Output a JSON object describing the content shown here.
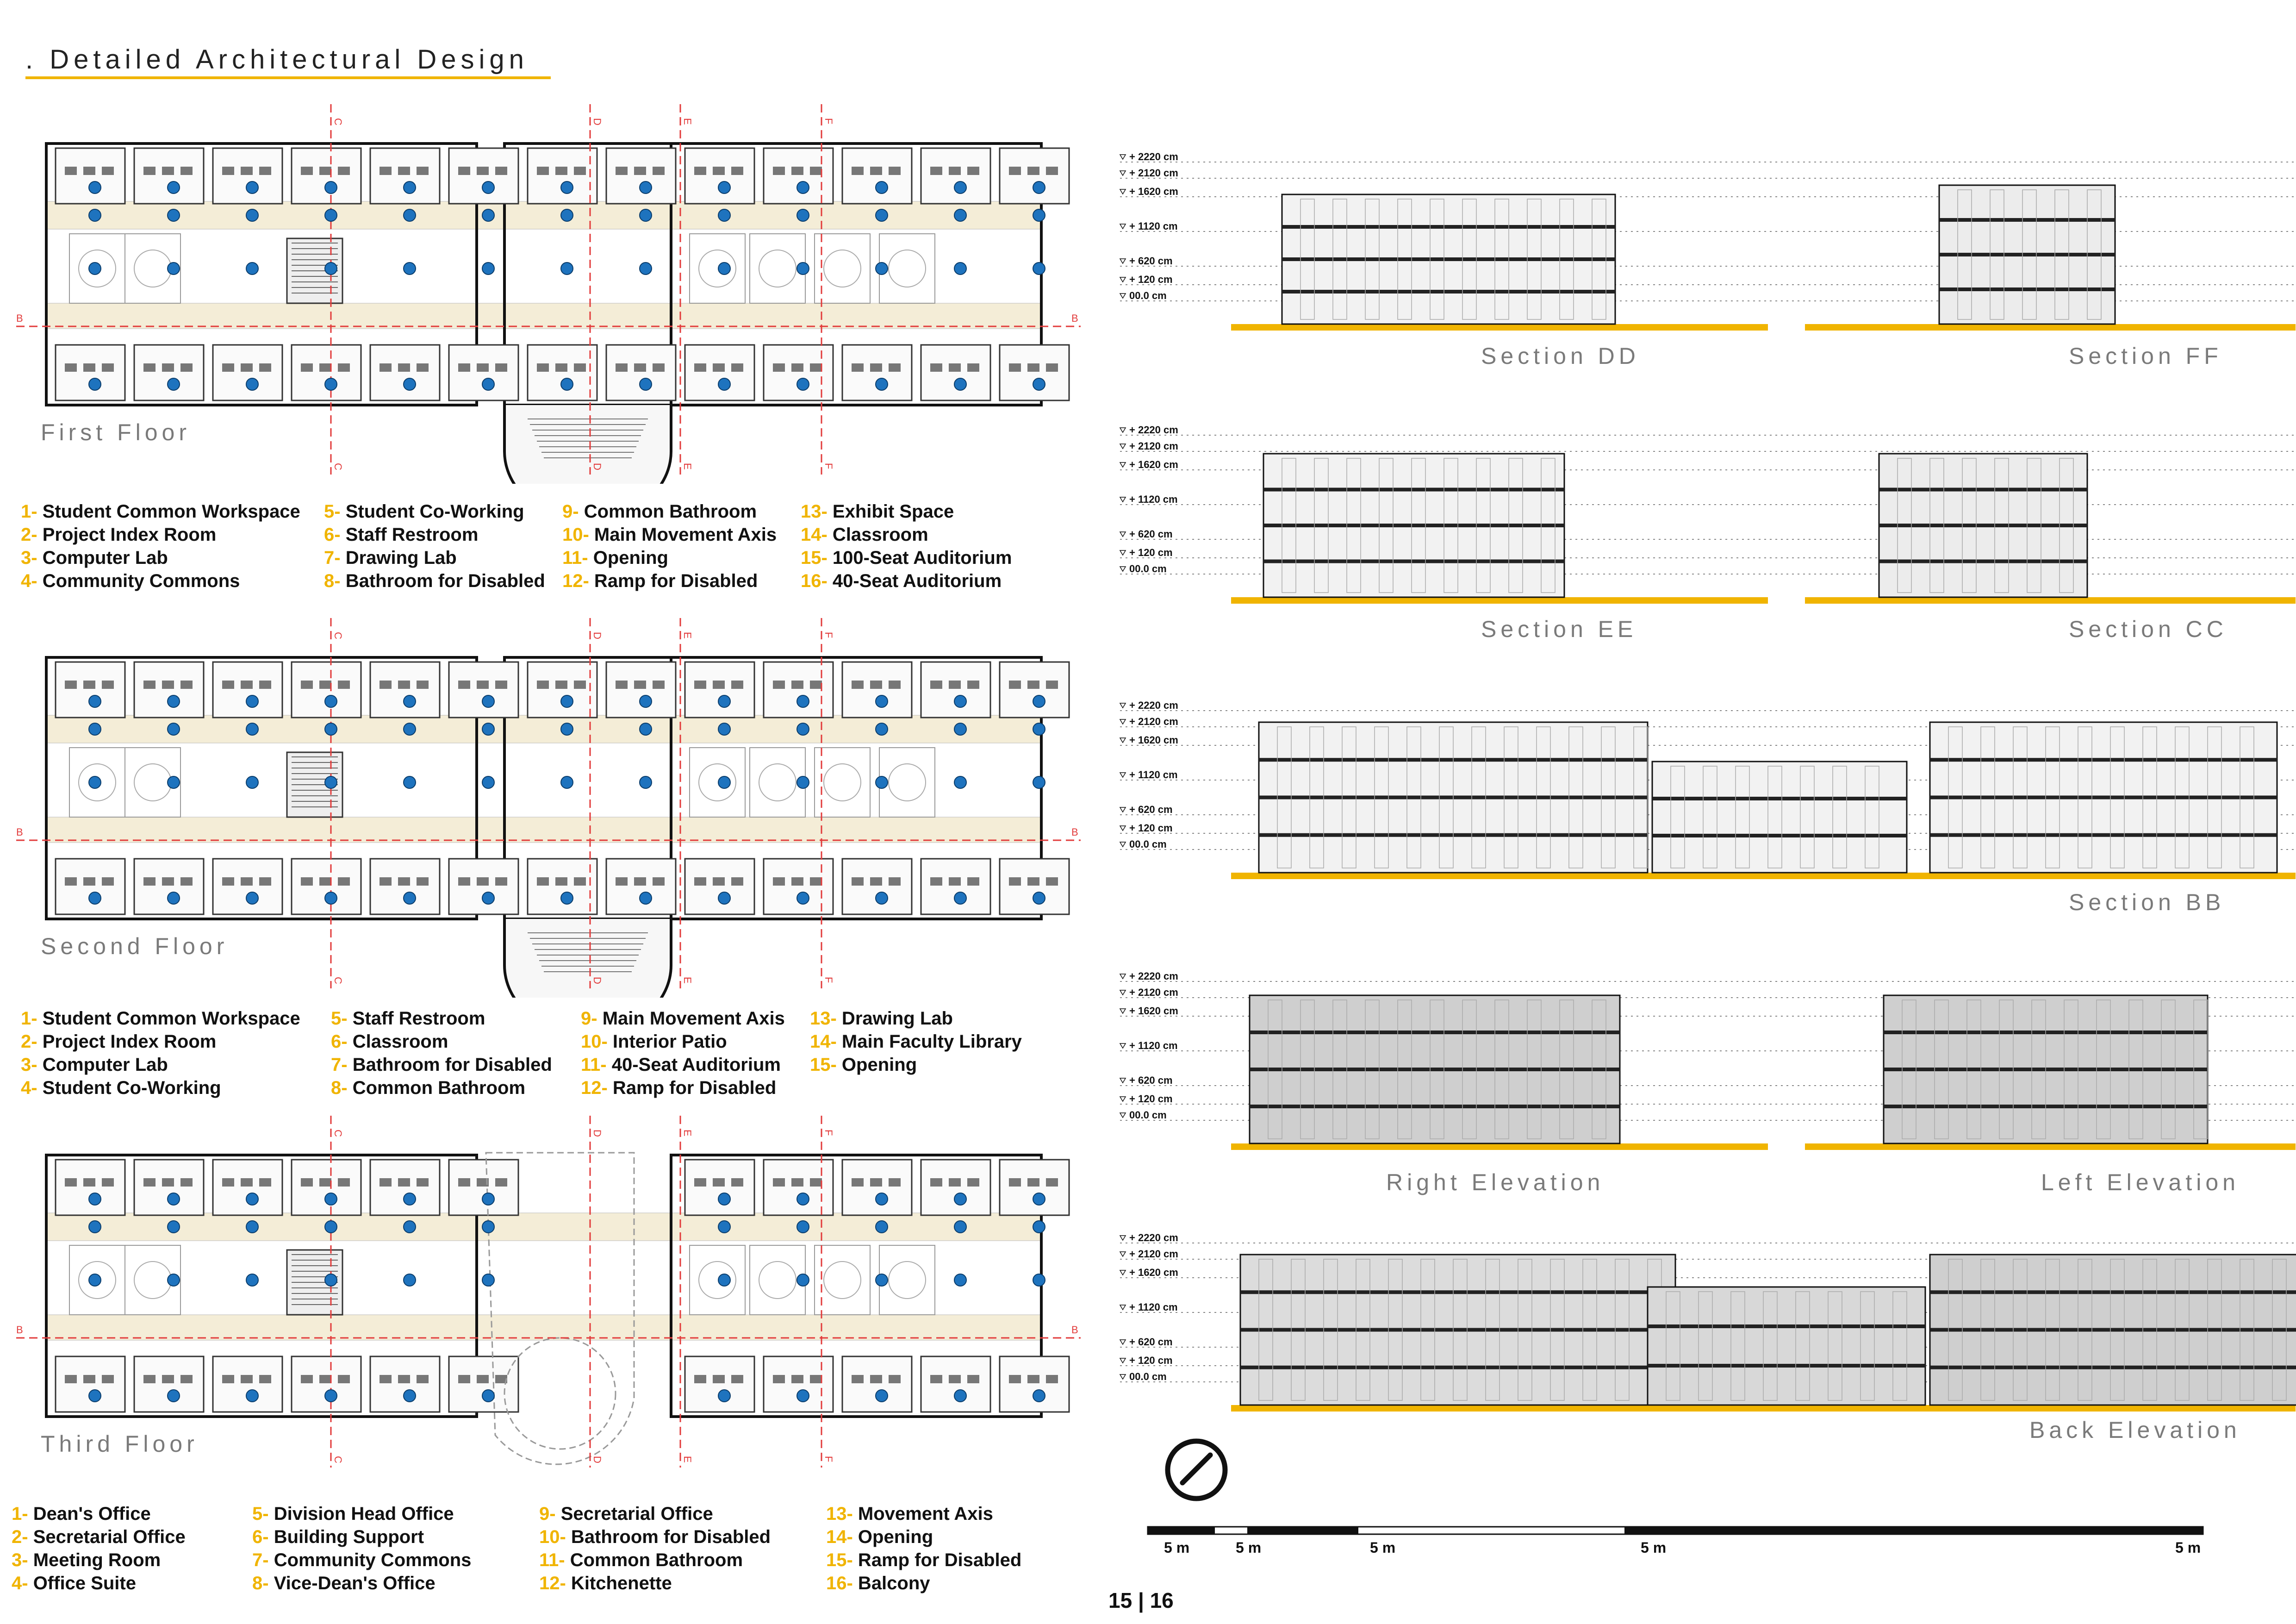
{
  "title": ". Detailed Architectural Design",
  "accent_color": "#f0b400",
  "floors": [
    {
      "label": "First Floor",
      "legend": [
        [
          [
            "1-",
            "Student Common Workspace"
          ],
          [
            "2-",
            "Project Index Room"
          ],
          [
            "3-",
            "Computer Lab"
          ],
          [
            "4-",
            "Community Commons"
          ]
        ],
        [
          [
            "5-",
            "Student Co-Working"
          ],
          [
            "6-",
            "Staff Restroom"
          ],
          [
            "7-",
            "Drawing Lab"
          ],
          [
            "8-",
            "Bathroom for Disabled"
          ]
        ],
        [
          [
            "9-",
            "Common Bathroom"
          ],
          [
            "10-",
            "Main Movement Axis"
          ],
          [
            "11-",
            "Opening"
          ],
          [
            "12-",
            "Ramp for Disabled"
          ]
        ],
        [
          [
            "13-",
            "Exhibit Space"
          ],
          [
            "14-",
            "Classroom"
          ],
          [
            "15-",
            "100-Seat Auditorium"
          ],
          [
            "16-",
            "40-Seat Auditorium"
          ]
        ]
      ]
    },
    {
      "label": "Second Floor",
      "legend": [
        [
          [
            "1-",
            "Student Common Workspace"
          ],
          [
            "2-",
            "Project Index Room"
          ],
          [
            "3-",
            "Computer Lab"
          ],
          [
            "4-",
            "Student Co-Working"
          ]
        ],
        [
          [
            "5-",
            "Staff Restroom"
          ],
          [
            "6-",
            "Classroom"
          ],
          [
            "7-",
            "Bathroom for Disabled"
          ],
          [
            "8-",
            "Common Bathroom"
          ]
        ],
        [
          [
            "9-",
            "Main Movement Axis"
          ],
          [
            "10-",
            "Interior Patio"
          ],
          [
            "11-",
            "40-Seat Auditorium"
          ],
          [
            "12-",
            "Ramp for Disabled"
          ]
        ],
        [
          [
            "13-",
            "Drawing Lab"
          ],
          [
            "14-",
            "Main Faculty Library"
          ],
          [
            "15-",
            "Opening"
          ]
        ]
      ]
    },
    {
      "label": "Third Floor",
      "legend": [
        [
          [
            "1-",
            "Dean's Office"
          ],
          [
            "2-",
            "Secretarial Office"
          ],
          [
            "3-",
            "Meeting Room"
          ],
          [
            "4-",
            "Office Suite"
          ]
        ],
        [
          [
            "5-",
            "Division Head Office"
          ],
          [
            "6-",
            "Building Support"
          ],
          [
            "7-",
            "Community Commons"
          ],
          [
            "8-",
            "Vice-Dean's Office"
          ]
        ],
        [
          [
            "9-",
            "Secretarial Office"
          ],
          [
            "10-",
            "Bathroom for Disabled"
          ],
          [
            "11-",
            "Common Bathroom"
          ],
          [
            "12-",
            "Kitchenette"
          ]
        ],
        [
          [
            "13-",
            "Movement Axis"
          ],
          [
            "14-",
            "Opening"
          ],
          [
            "15-",
            "Ramp for Disabled"
          ],
          [
            "16-",
            "Balcony"
          ]
        ]
      ]
    }
  ],
  "section_markers": [
    "C",
    "D",
    "E",
    "F",
    "B"
  ],
  "levels": [
    "+ 2220 cm",
    "+ 2120 cm",
    "+ 1620 cm",
    "+ 1120 cm",
    "+ 620 cm",
    "+ 120 cm",
    "00.0 cm"
  ],
  "drawings": {
    "section_dd": "Section DD",
    "section_ff": "Section FF",
    "section_ee": "Section EE",
    "section_cc": "Section CC",
    "section_bb": "Section BB",
    "right_elevation": "Right Elevation",
    "left_elevation": "Left Elevation",
    "back_elevation": "Back Elevation"
  },
  "scale_bar": [
    "5 m",
    "5 m",
    "5 m",
    "5 m",
    "5 m"
  ],
  "page_number": "15 | 16"
}
